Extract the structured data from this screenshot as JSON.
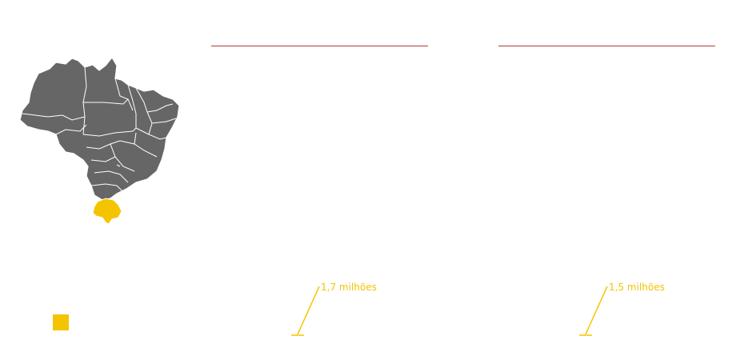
{
  "colors": {
    "accent": "#f5c400",
    "map_fill": "#666666",
    "map_border": "#ffffff",
    "rule": "#b03a3a"
  },
  "map": {
    "highlighted_state": "Rio Grande do Sul"
  },
  "callouts": [
    {
      "label": "1,7 milhões"
    },
    {
      "label": "1,5 milhões"
    }
  ]
}
